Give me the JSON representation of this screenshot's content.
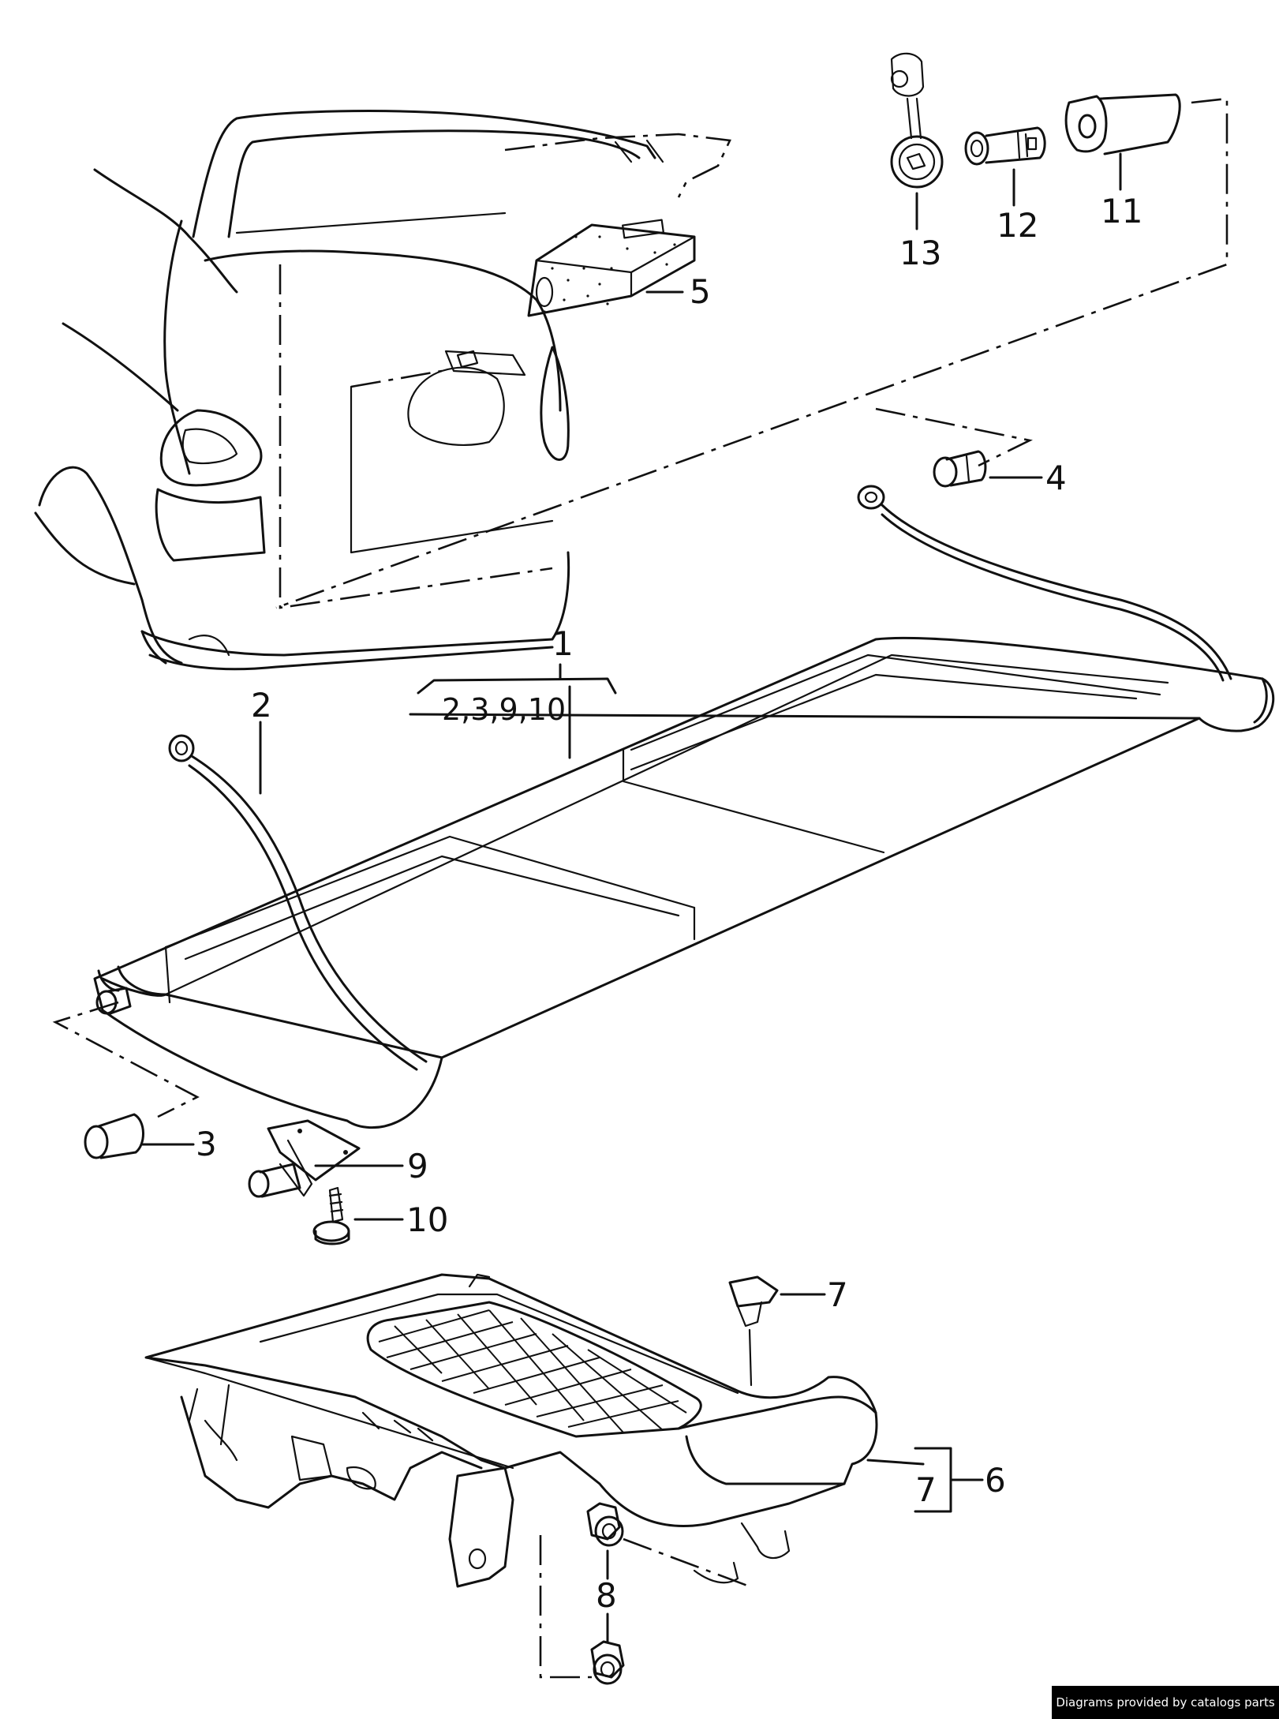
{
  "callouts": {
    "c1": "1",
    "c1_sub": "2,3,9,10",
    "c2": "2",
    "c3": "3",
    "c4": "4",
    "c5": "5",
    "c6": "6",
    "c7a": "7",
    "c7b": "7",
    "c8": "8",
    "c9": "9",
    "c10": "10",
    "c11": "11",
    "c12": "12",
    "c13": "13"
  },
  "credit": "Diagrams provided by catalogs parts"
}
